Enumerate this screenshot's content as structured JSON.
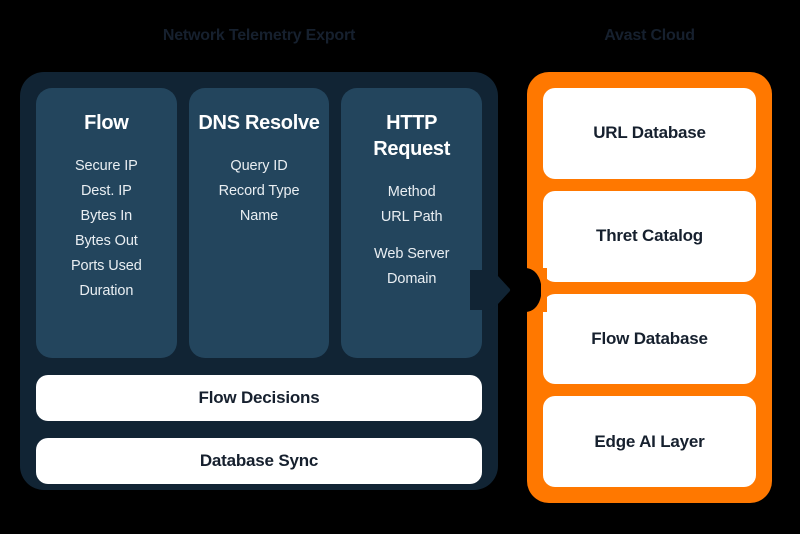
{
  "diagram": {
    "background_color": "#000000",
    "left": {
      "title": "Network Telemetry Export",
      "panel_color": "#112434",
      "card_color": "#23455d",
      "columns": [
        {
          "title": "Flow",
          "items": [
            "Secure IP",
            "Dest. IP",
            "Bytes In",
            "Bytes Out",
            "Ports Used",
            "Duration"
          ]
        },
        {
          "title": "DNS Resolve",
          "items": [
            "Query ID",
            "Record Type",
            "Name"
          ]
        },
        {
          "title": "HTTP Request",
          "items": [
            "Method",
            "URL Path",
            "Web Server\nDomain"
          ]
        }
      ],
      "bars": [
        {
          "label": "Flow Decisions"
        },
        {
          "label": "Database Sync"
        }
      ]
    },
    "right": {
      "title": "Avast Cloud",
      "panel_color": "#ff7800",
      "card_color": "#ffffff",
      "cards": [
        {
          "label": "URL Database"
        },
        {
          "label": "Thret Catalog"
        },
        {
          "label": "Flow Database"
        },
        {
          "label": "Edge AI Layer"
        }
      ]
    },
    "connector": {
      "icon": "arrow-right-icon",
      "color": "#112434",
      "direction": "left-to-right"
    }
  }
}
